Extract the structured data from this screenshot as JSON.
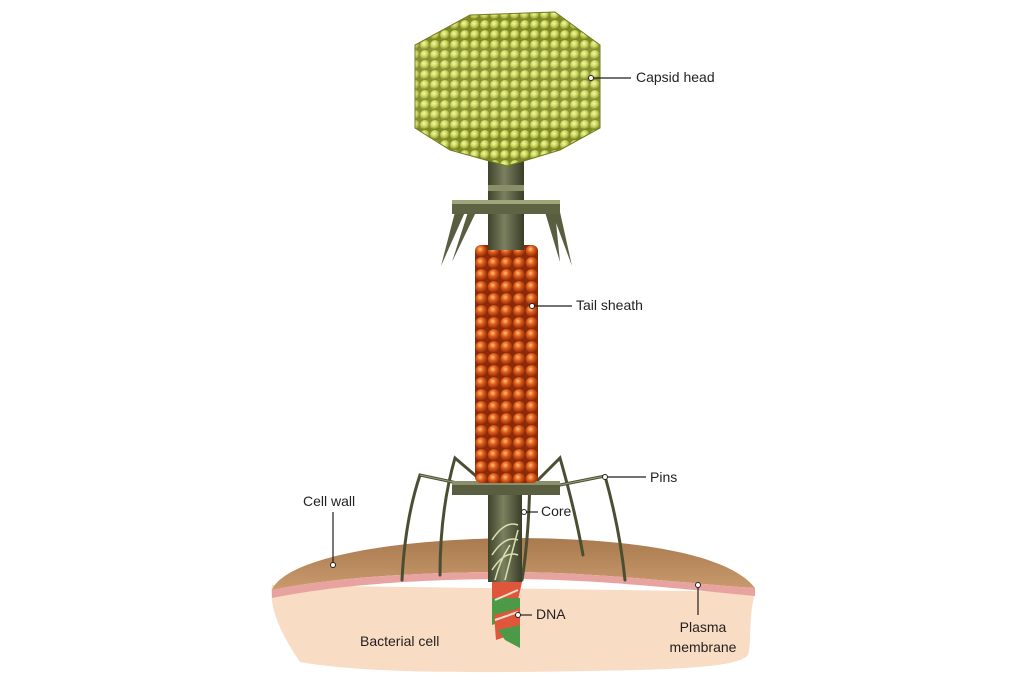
{
  "labels": {
    "capsid_head": "Capsid head",
    "tail_sheath": "Tail sheath",
    "pins": "Pins",
    "cell_wall": "Cell wall",
    "core": "Core",
    "dna": "DNA",
    "bacterial_cell": "Bacterial cell",
    "plasma_membrane_1": "Plasma",
    "plasma_membrane_2": "membrane"
  },
  "colors": {
    "capsid": "#c9d45a",
    "sheath": "#d4561e",
    "tail": "#5e6344",
    "cell_wall": "#b98a5c",
    "membrane": "#e8a3a0",
    "cytoplasm": "#f8dcc3",
    "dna_red": "#e0563b",
    "dna_green": "#4c9a48"
  }
}
